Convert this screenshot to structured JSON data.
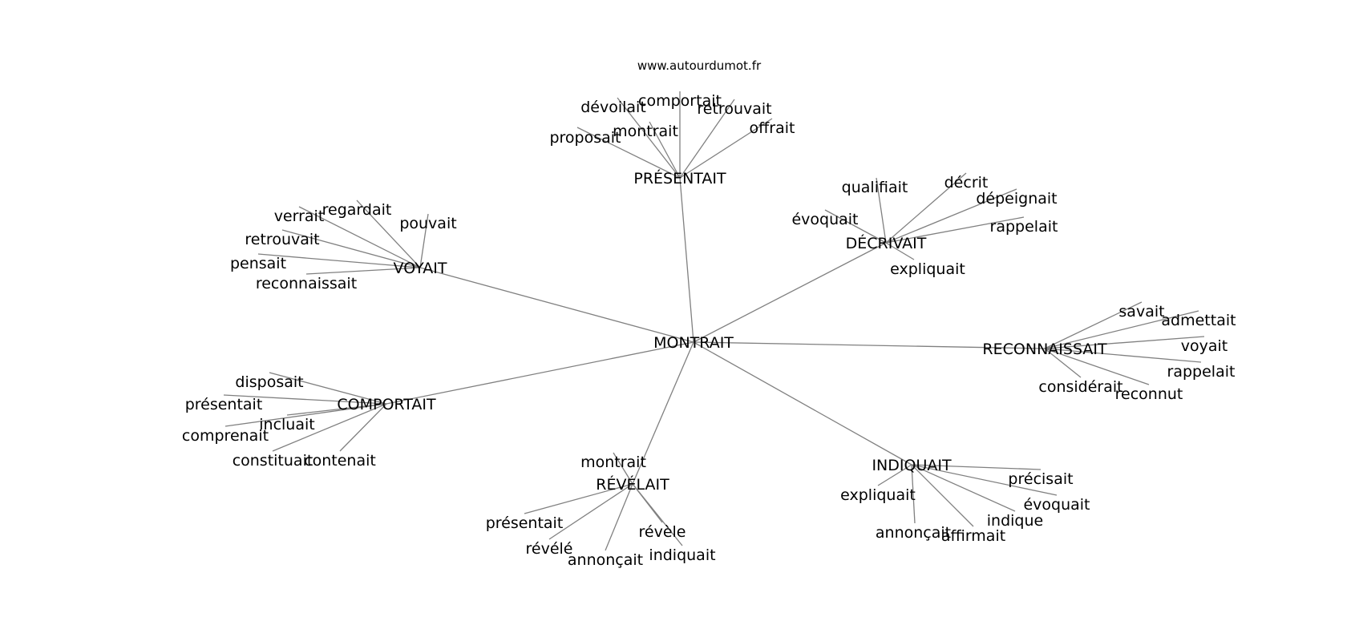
{
  "source": "www.autourdumot.fr",
  "root": "MONTRAIT",
  "clusters": [
    {
      "hub": "PRÉSENTAIT",
      "leaves": [
        "proposait",
        "dévoilait",
        "montrait",
        "comportait",
        "retrouvait",
        "offrait"
      ]
    },
    {
      "hub": "DÉCRIVAIT",
      "leaves": [
        "qualifiait",
        "décrit",
        "dépeignait",
        "évoquait",
        "rappelait",
        "expliquait"
      ]
    },
    {
      "hub": "VOYAIT",
      "leaves": [
        "verrait",
        "regardait",
        "pouvait",
        "retrouvait",
        "pensait",
        "reconnaissait"
      ]
    },
    {
      "hub": "RECONNAISSAIT",
      "leaves": [
        "savait",
        "admettait",
        "voyait",
        "rappelait",
        "considérait",
        "reconnut"
      ]
    },
    {
      "hub": "COMPORTAIT",
      "leaves": [
        "disposait",
        "présentait",
        "incluait",
        "comprenait",
        "constituait",
        "contenait"
      ]
    },
    {
      "hub": "RÉVÉLAIT",
      "leaves": [
        "montrait",
        "présentait",
        "révélé",
        "annonçait",
        "révèle",
        "indiquait"
      ]
    },
    {
      "hub": "INDIQUAIT",
      "leaves": [
        "expliquait",
        "précisait",
        "évoquait",
        "indique",
        "annonçait",
        "affirmait"
      ]
    }
  ]
}
